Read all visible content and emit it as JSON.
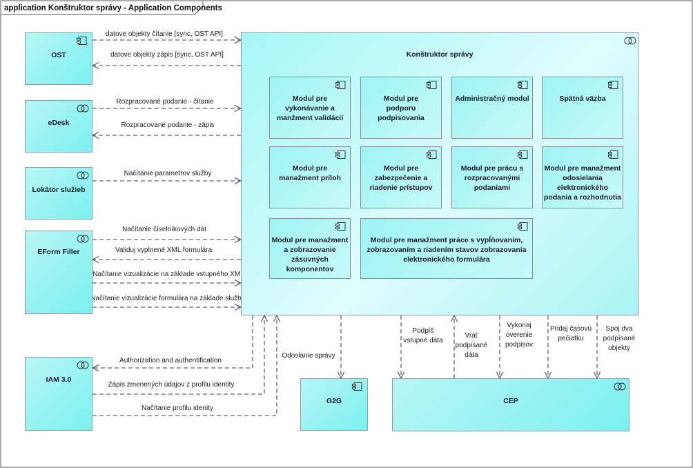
{
  "frame": {
    "title": "application Konštruktor správy - Application Components"
  },
  "components": {
    "ost": "OST",
    "edesk": "eDesk",
    "lokator": "Lokátor služieb",
    "eform": "EForm Filler",
    "iam": "IAM 3.0",
    "g2g": "G2G",
    "cep": "CEP",
    "konstruktor": "Konštruktor správy"
  },
  "modules": {
    "validacie": "Modul pre vykonávanie a manžment validácií",
    "podpisovanie": "Modul pre podporu podpisovania",
    "administracny": "Administračný modul",
    "spatna_vazba": "Spätná väzba",
    "prilohy": "Modul pre manažment príloh",
    "zabezpecenie": "Modul pre zabezpečenie a riadenie prístupov",
    "rozpracovane": "Modul pre prácu s rozpracovanými podaniami",
    "odosielanie": "Modul pre manažment odosielania elektronického podania a rozhodnutia",
    "zasuvne": "Modul pre manažment a zobrazovanie zásuvných komponentov",
    "formular": "Modul pre manažment práce s vypĺňovaním, zobrazovaním a riadením stavov zobrazovania elektronického formulára"
  },
  "flows": {
    "ost_read": "datove objekty čítanie [sync, OST API]",
    "ost_write": "datove objekty zápis [sync, OST API]",
    "edesk_read": "Rozpracované podanie - čítanie",
    "edesk_write": "Rozpracované podanie - zápis",
    "lokator_read": "Načítanie parametrov služby",
    "eform_ciselniky": "Načítanie číselníkových dát",
    "eform_validuj": "Validuj vyplnené XML formulára",
    "eform_viz_xml": "Načítanie vizualizácie na základe vstupného XML",
    "eform_viz_sluzba": "Načítanie vizualizácie formulára na základe služby",
    "iam_auth": "Authorization and authentification",
    "iam_zapis": "Zápis zmenených údajov z profilu identity",
    "iam_profil": "Načítanie profilu idenity",
    "g2g_send": "Odoslanie správy",
    "cep_podpis_1": "Podpíš",
    "cep_podpis_2": "vstupné dáta",
    "cep_vrat_1": "Vráť",
    "cep_vrat_2": "podpísané",
    "cep_vrat_3": "dáta",
    "cep_overenie_1": "Vykonaj",
    "cep_overenie_2": "overenie",
    "cep_overenie_3": "podpisov",
    "cep_peciatka_1": "Pridaj časovú",
    "cep_peciatka_2": "pečiatku",
    "cep_spoj_1": "Spoj dva",
    "cep_spoj_2": "podpísané",
    "cep_spoj_3": "objekty"
  },
  "colors": {
    "component_fill": "#9ff5f5",
    "border": "#8a9aa8",
    "connector": "#5a6478",
    "text": "#1b1b2a"
  },
  "icons": {
    "component": "component-icon",
    "interface": "interface-icon"
  }
}
